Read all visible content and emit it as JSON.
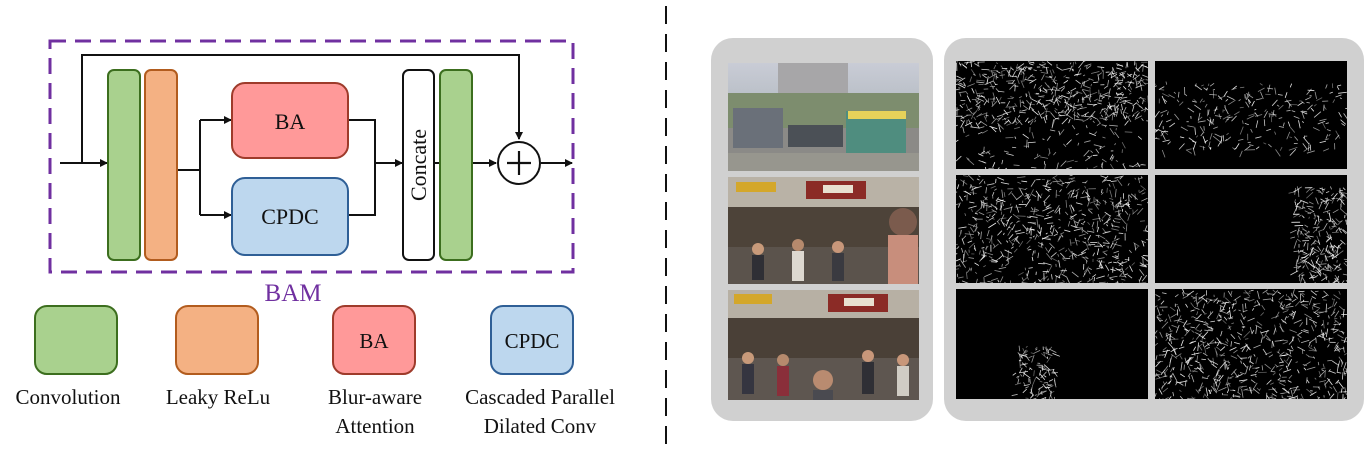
{
  "bam": {
    "title": "BAM",
    "blocks": {
      "ba": "BA",
      "cpdc": "CPDC",
      "concat": "Concate",
      "plus": "+"
    }
  },
  "legend": [
    {
      "key": "conv",
      "swatch_text": "",
      "label_lines": [
        "Convolution"
      ],
      "fill": "#a9d18e",
      "stroke": "#3c6e1e"
    },
    {
      "key": "relu",
      "swatch_text": "",
      "label_lines": [
        "Leaky ReLu"
      ],
      "fill": "#f4b183",
      "stroke": "#b25c1e"
    },
    {
      "key": "ba",
      "swatch_text": "BA",
      "label_lines": [
        "Blur-aware",
        "Attention"
      ],
      "fill": "#ff9999",
      "stroke": "#9e3b2b"
    },
    {
      "key": "cpdc",
      "swatch_text": "CPDC",
      "label_lines": [
        "Cascaded Parallel",
        "Dilated Conv"
      ],
      "fill": "#bdd7ee",
      "stroke": "#2f5f96"
    }
  ],
  "colors": {
    "bam_border": "#7030a0",
    "conv": "#a9d18e",
    "relu": "#f4b183",
    "ba": "#ff9999",
    "cpdc": "#bdd7ee",
    "panel_bg": "#d0d0d0"
  },
  "images": {
    "input_frames": [
      "blurred-street-scene",
      "crowd-pizza-hut-scene-1",
      "crowd-pizza-hut-scene-2"
    ],
    "edge_maps": [
      "edge-map-street-full",
      "edge-map-street-sparse",
      "edge-map-crowd-full",
      "edge-map-crowd-person",
      "edge-map-dark-person",
      "edge-map-crowd-dense"
    ]
  }
}
